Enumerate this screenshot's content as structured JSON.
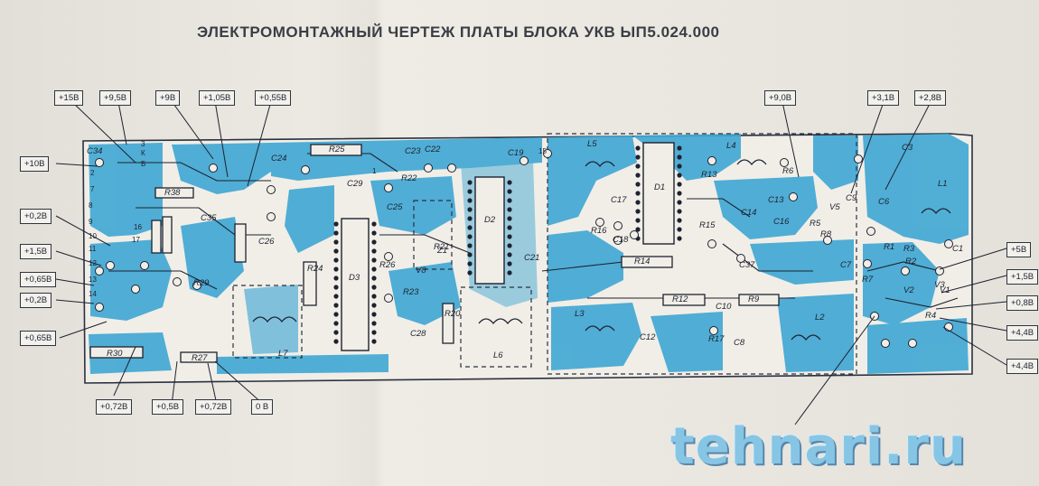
{
  "title": "ЭЛЕКТРОМОНТАЖНЫЙ ЧЕРТЕЖ ПЛАТЫ БЛОКА УКВ ЫП5.024.000",
  "voltage_labels": {
    "top_left": [
      "+15В",
      "+9,5В",
      "+9В",
      "+1,05В",
      "+0,55В"
    ],
    "left": [
      "+10В",
      "+0,2В",
      "+1,5В",
      "+0,65В",
      "+0,2В",
      "+0,65В"
    ],
    "bottom": [
      "+0,72В",
      "+0,5В",
      "+0,72В",
      "0 В"
    ],
    "top_right": [
      "+9,0В",
      "+3,1В",
      "+2,8В"
    ],
    "right": [
      "+5В",
      "+1,5В",
      "+0,8В",
      "+4,4В",
      "+4,4В"
    ]
  },
  "components": {
    "resistors": [
      "R25",
      "R38",
      "R30",
      "R27",
      "R29",
      "R24",
      "R22",
      "R26",
      "R23",
      "R20",
      "R21",
      "R14",
      "R16",
      "R12",
      "R9",
      "R13",
      "R15",
      "R17",
      "R6",
      "R8",
      "R5",
      "R4",
      "R3",
      "R2",
      "R1",
      "R7"
    ],
    "capacitors": [
      "C19",
      "C23",
      "C22",
      "C29",
      "C25",
      "C26",
      "C28",
      "C21",
      "C17",
      "C18",
      "C37",
      "C10",
      "C12",
      "C13",
      "C14",
      "C16",
      "C8",
      "C9",
      "C7",
      "C3",
      "C1",
      "C6",
      "C35",
      "C34",
      "C24"
    ],
    "chips": [
      "D1",
      "D2",
      "D3"
    ],
    "coils": [
      "L1",
      "L2",
      "L3",
      "L4",
      "L5",
      "L6",
      "L7"
    ],
    "transistors": [
      "V1",
      "V2",
      "V3",
      "V5",
      "V8"
    ],
    "misc": [
      "Z1"
    ]
  },
  "pin_labels": [
    "3",
    "К",
    "Б",
    "15",
    "1",
    "2",
    "7",
    "8",
    "9",
    "10",
    "11",
    "12",
    "13",
    "14",
    "16",
    "17"
  ],
  "watermark": "tehnari.ru",
  "colors": {
    "paper": "#ebe8e1",
    "copper": "#3fa7d4",
    "copper_dark": "#2a86b6",
    "ink": "#1d2230",
    "watermark": "#7fc3e6"
  }
}
